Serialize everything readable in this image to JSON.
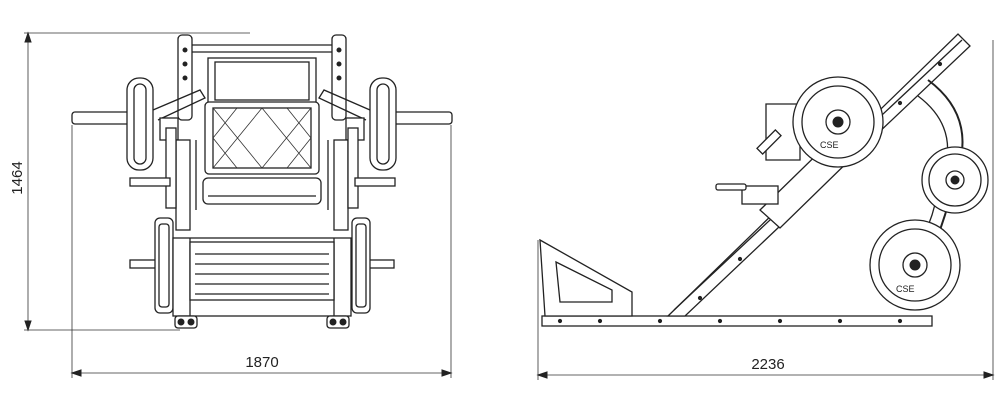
{
  "dimensions": {
    "front_height": "1464",
    "front_width": "1870",
    "side_length": "2236"
  },
  "plate_markings": {
    "front_plate_left": "CSE",
    "front_plate_right": "CSE"
  },
  "colors": {
    "line": "#222222",
    "background": "#ffffff"
  }
}
